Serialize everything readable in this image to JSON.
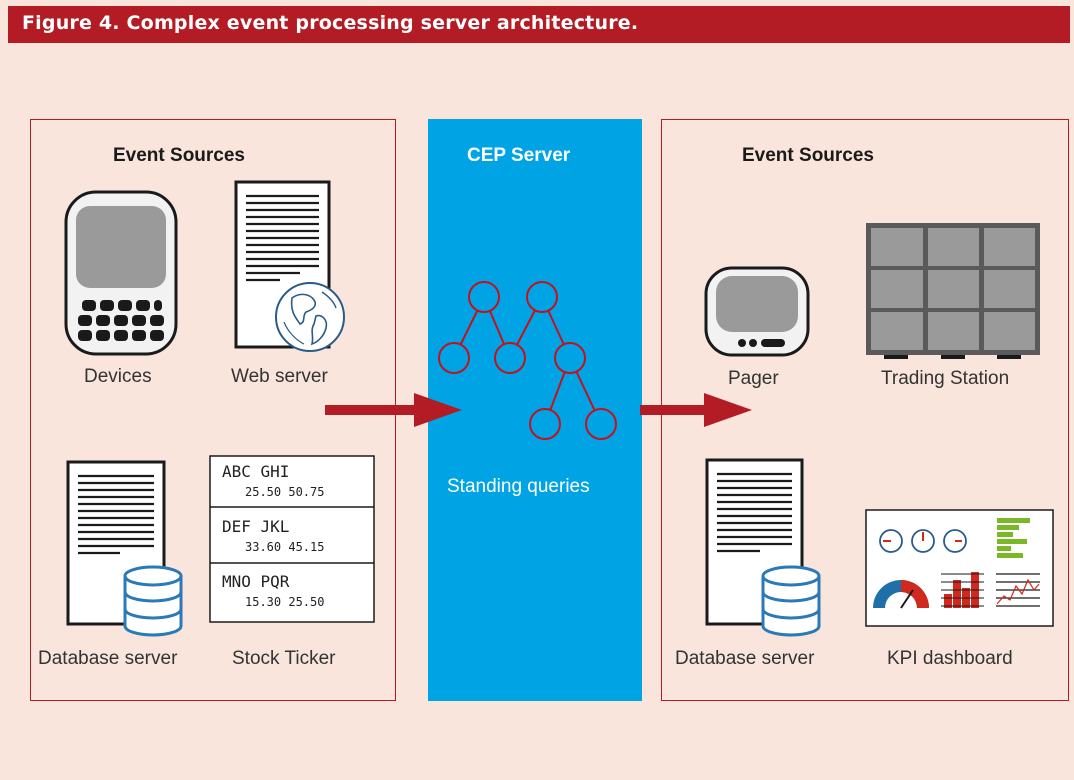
{
  "figure_title": "Figure 4. Complex event processing server architecture.",
  "left_panel": {
    "heading": "Event Sources",
    "devices_label": "Devices",
    "web_server_label": "Web server",
    "database_server_label": "Database server",
    "stock_ticker_label": "Stock Ticker",
    "ticker_rows": [
      {
        "symbols": "ABC  GHI",
        "prices": "25.50  50.75"
      },
      {
        "symbols": "DEF  JKL",
        "prices": "33.60  45.15"
      },
      {
        "symbols": "MNO  PQR",
        "prices": "15.30  25.50"
      }
    ]
  },
  "center_panel": {
    "heading": "CEP Server",
    "standing_queries_label": "Standing queries"
  },
  "right_panel": {
    "heading": "Event Sources",
    "pager_label": "Pager",
    "trading_station_label": "Trading Station",
    "database_server_label": "Database server",
    "kpi_dashboard_label": "KPI dashboard"
  },
  "colors": {
    "accent_red": "#b31b25",
    "background": "#f9e5dc",
    "cep_blue": "#00a4e4",
    "icon_gray": "#999999",
    "db_blue": "#2a7ab8"
  }
}
